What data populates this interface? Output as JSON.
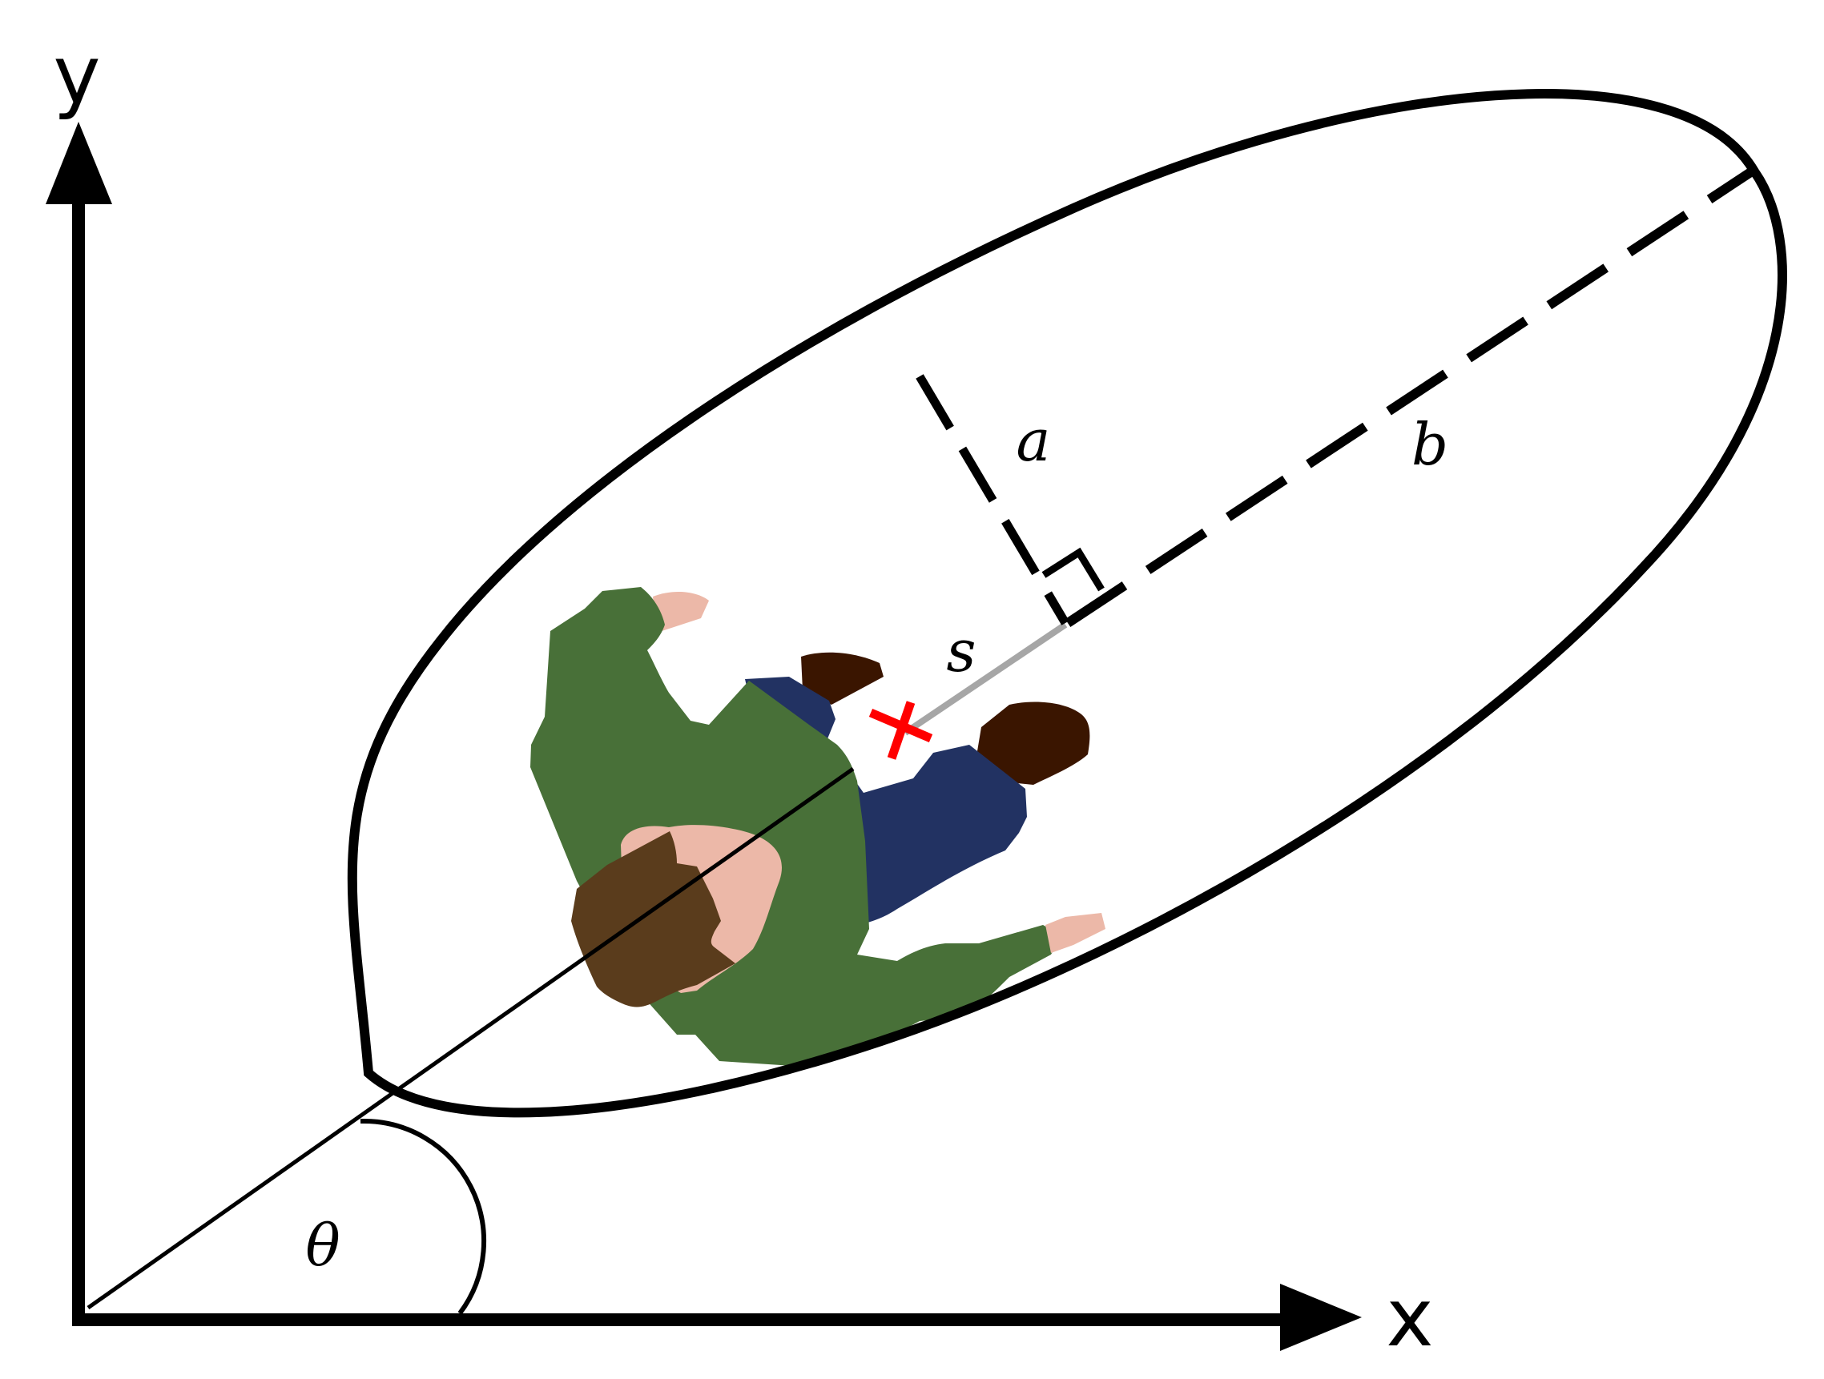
{
  "labels": {
    "x_axis": "x",
    "y_axis": "y",
    "angle": "θ",
    "semi_minor": "a",
    "semi_major": "b",
    "offset": "s"
  },
  "colors": {
    "axes": "#000000",
    "ellipse": "#000000",
    "offset_line": "#a6a6a6",
    "center_marker": "#ff0000",
    "jacket": "#487038",
    "trousers": "#223262",
    "hair": "#5a3c1c",
    "skin": "#ecb8a8",
    "shoes": "#3a1500"
  },
  "icons": {
    "center_marker": "red-x-cross",
    "person": "walking-person-top-view"
  }
}
